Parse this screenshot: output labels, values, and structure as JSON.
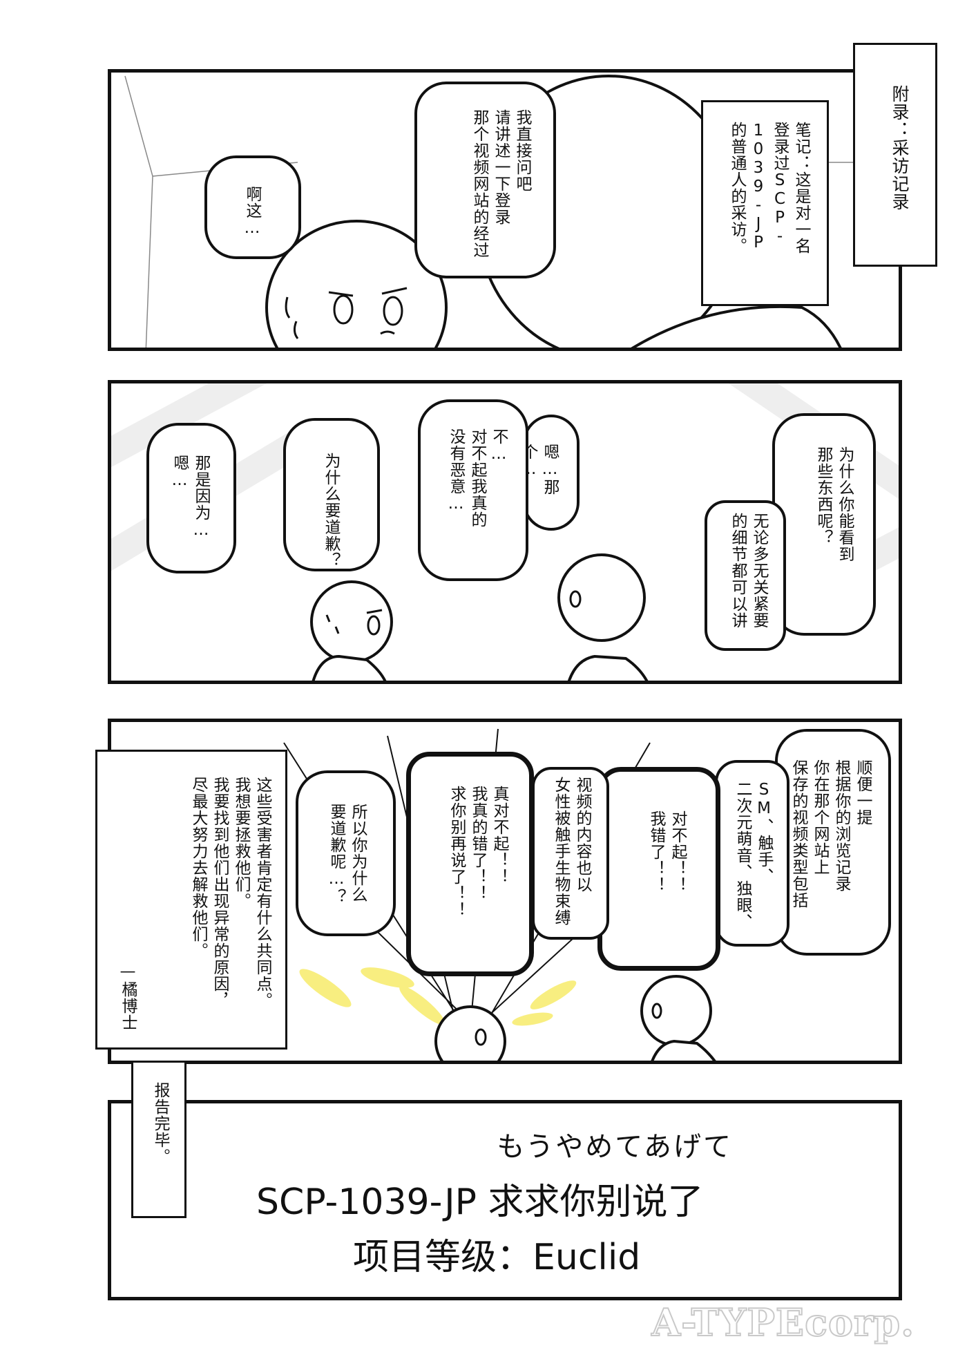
{
  "appendix_label": "附录：采访记录",
  "note_box": [
    "笔记：这是对一名",
    "登录过SCP-1039-JP",
    "的普通人的采访。"
  ],
  "panel1": {
    "interviewer": [
      "我直接问吧",
      "请讲述一下登录",
      "那个视频网站的经过"
    ],
    "subject": [
      "啊这…"
    ]
  },
  "panel2": {
    "interviewer_a": [
      "为什么你能看到",
      "那些东西呢？"
    ],
    "interviewer_b": [
      "无论多无关紧要",
      "的细节都可以讲"
    ],
    "subject_a": [
      "嗯…那个…"
    ],
    "subject_b": [
      "不…",
      "对不起我真的",
      "没有恶意…"
    ],
    "interviewer_c": [
      "为什么要道歉？"
    ],
    "subject_c": [
      "那是因为…",
      "嗯…"
    ]
  },
  "panel3": {
    "interviewer_a": [
      "顺便一提",
      "根据你的浏览记录",
      "你在那个网站上",
      "保存的视频类型包括"
    ],
    "interviewer_b": [
      "SM、触手、",
      "二次元萌音、独眼、"
    ],
    "subject_a": [
      "对不起！！",
      "我错了！！"
    ],
    "interviewer_c": [
      "视频的内容也以",
      "女性被触手生物束缚"
    ],
    "subject_b": [
      "真对不起！！",
      "我真的错了！！",
      "求你别再说了！！"
    ],
    "interviewer_d": [
      "所以你为什么",
      "要道歉呢…？"
    ],
    "note": [
      "这些受害者肯定有什么共同点。",
      "我想要拯救他们。",
      "我要找到他们出现异常的原因，",
      "尽最大努力去解救他们。"
    ],
    "signature": "—橘博士"
  },
  "report_end": "报告完毕。",
  "title": {
    "subtitle": "もうやめてあげて",
    "main": "SCP-1039-JP 求求你别说了",
    "object_class": "项目等级：Euclid"
  },
  "watermark": "A-TYPEcorp."
}
